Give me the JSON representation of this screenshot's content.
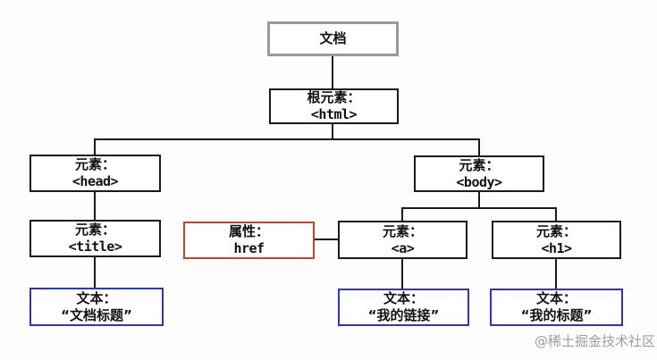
{
  "nodes": [
    {
      "id": "document",
      "type": "document",
      "line1": "文档",
      "line2": ""
    },
    {
      "id": "root-element",
      "type": "element",
      "line1": "根元素：",
      "line2": "<html>"
    },
    {
      "id": "element-head",
      "type": "element",
      "line1": "元素：",
      "line2": "<head>"
    },
    {
      "id": "element-body",
      "type": "element",
      "line1": "元素：",
      "line2": "<body>"
    },
    {
      "id": "element-title",
      "type": "element",
      "line1": "元素：",
      "line2": "<title>"
    },
    {
      "id": "attribute-href",
      "type": "attribute",
      "line1": "属性：",
      "line2": "href"
    },
    {
      "id": "element-a",
      "type": "element",
      "line1": "元素：",
      "line2": "<a>"
    },
    {
      "id": "element-h1",
      "type": "element",
      "line1": "元素：",
      "line2": "<h1>"
    },
    {
      "id": "text-title",
      "type": "text",
      "line1": "文本：",
      "line2": "“文档标题”"
    },
    {
      "id": "text-link",
      "type": "text",
      "line1": "文本：",
      "line2": "“我的链接”"
    },
    {
      "id": "text-heading",
      "type": "text",
      "line1": "文本：",
      "line2": "“我的标题”"
    }
  ],
  "watermark": "@稀土掘金技术社区",
  "colors": {
    "element_border": "#1a1a1a",
    "document_border": "#9a9a9a",
    "attribute_border": "#cc4232",
    "text_border": "#2b36c6",
    "connector": "#1a1a1a",
    "watermark": "#9e9e9e",
    "background": "#fdfdfd"
  }
}
